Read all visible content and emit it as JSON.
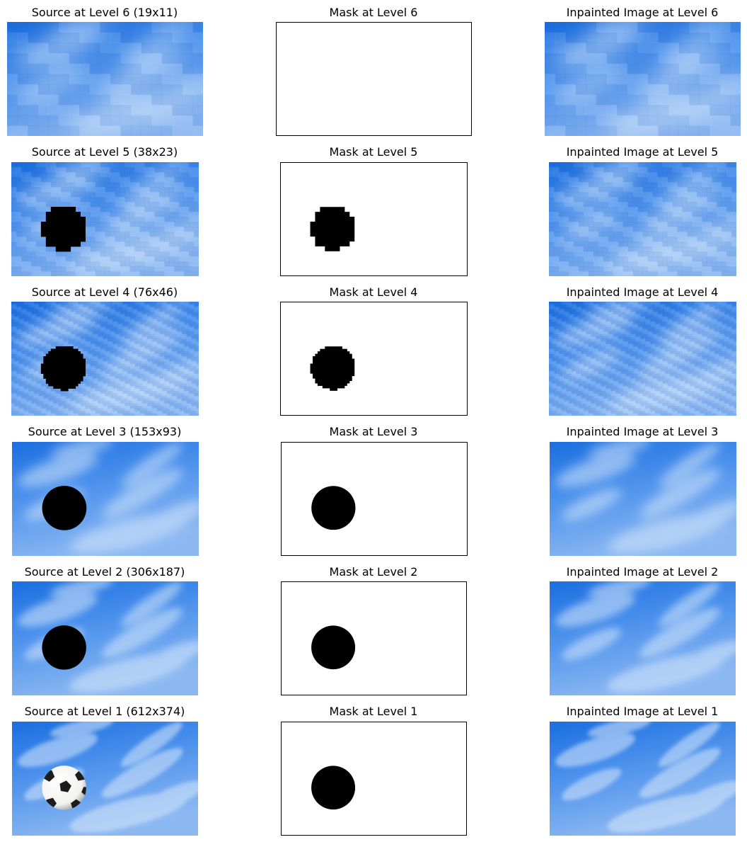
{
  "figure": {
    "rows": [
      {
        "level": 6,
        "source_title": "Source at Level 6 (19x11)",
        "mask_title": "Mask at Level 6",
        "inpainted_title": "Inpainted Image at Level 6",
        "mask_hole_visible": false,
        "pixel_grid": [
          19,
          11
        ]
      },
      {
        "level": 5,
        "source_title": "Source at Level 5 (38x23)",
        "mask_title": "Mask at Level 5",
        "inpainted_title": "Inpainted Image at Level 5",
        "mask_hole_visible": true,
        "pixel_grid": [
          38,
          23
        ]
      },
      {
        "level": 4,
        "source_title": "Source at Level 4 (76x46)",
        "mask_title": "Mask at Level 4",
        "inpainted_title": "Inpainted Image at Level 4",
        "mask_hole_visible": true,
        "pixel_grid": [
          76,
          46
        ]
      },
      {
        "level": 3,
        "source_title": "Source at Level 3 (153x93)",
        "mask_title": "Mask at Level 3",
        "inpainted_title": "Inpainted Image at Level 3",
        "mask_hole_visible": true,
        "pixel_grid": [
          153,
          93
        ]
      },
      {
        "level": 2,
        "source_title": "Source at Level 2 (306x187)",
        "mask_title": "Mask at Level 2",
        "inpainted_title": "Inpainted Image at Level 2",
        "mask_hole_visible": true,
        "pixel_grid": [
          306,
          187
        ]
      },
      {
        "level": 1,
        "source_title": "Source at Level 1 (612x374)",
        "mask_title": "Mask at Level 1",
        "inpainted_title": "Inpainted Image at Level 1",
        "mask_hole_visible": true,
        "pixel_grid": [
          612,
          374
        ]
      }
    ],
    "colors": {
      "sky_top": "#1a6ee0",
      "sky_mid": "#4a90ec",
      "sky_bottom": "#8cb8f2",
      "cloud": "#d8e8fb",
      "hole": "#000000",
      "mask_bg": "#ffffff",
      "ball_white": "#f2f2f0",
      "ball_black": "#1c1c1c"
    }
  }
}
